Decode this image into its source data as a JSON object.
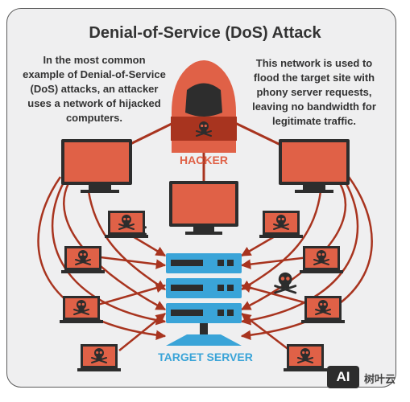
{
  "title": "Denial-of-Service (DoS) Attack",
  "description_left": "In the most common example of Denial-of-Service (DoS) attacks, an attacker uses a network of hijacked computers.",
  "description_right": "This network is used to flood the target site with phony server requests, leaving no bandwidth for legitimate traffic.",
  "hacker_label": "HACKER",
  "server_label": "TARGET SERVER",
  "watermark": {
    "badge": "AI",
    "text": "树叶云"
  },
  "colors": {
    "attack_red": "#e06147",
    "dark_red": "#a8341f",
    "server_blue": "#3aa4d8",
    "device_dark": "#2d2d2d"
  },
  "icons": [
    "hacker-figure-icon",
    "skull-crossbones-icon",
    "monitor-icon",
    "laptop-icon",
    "server-stack-icon"
  ]
}
